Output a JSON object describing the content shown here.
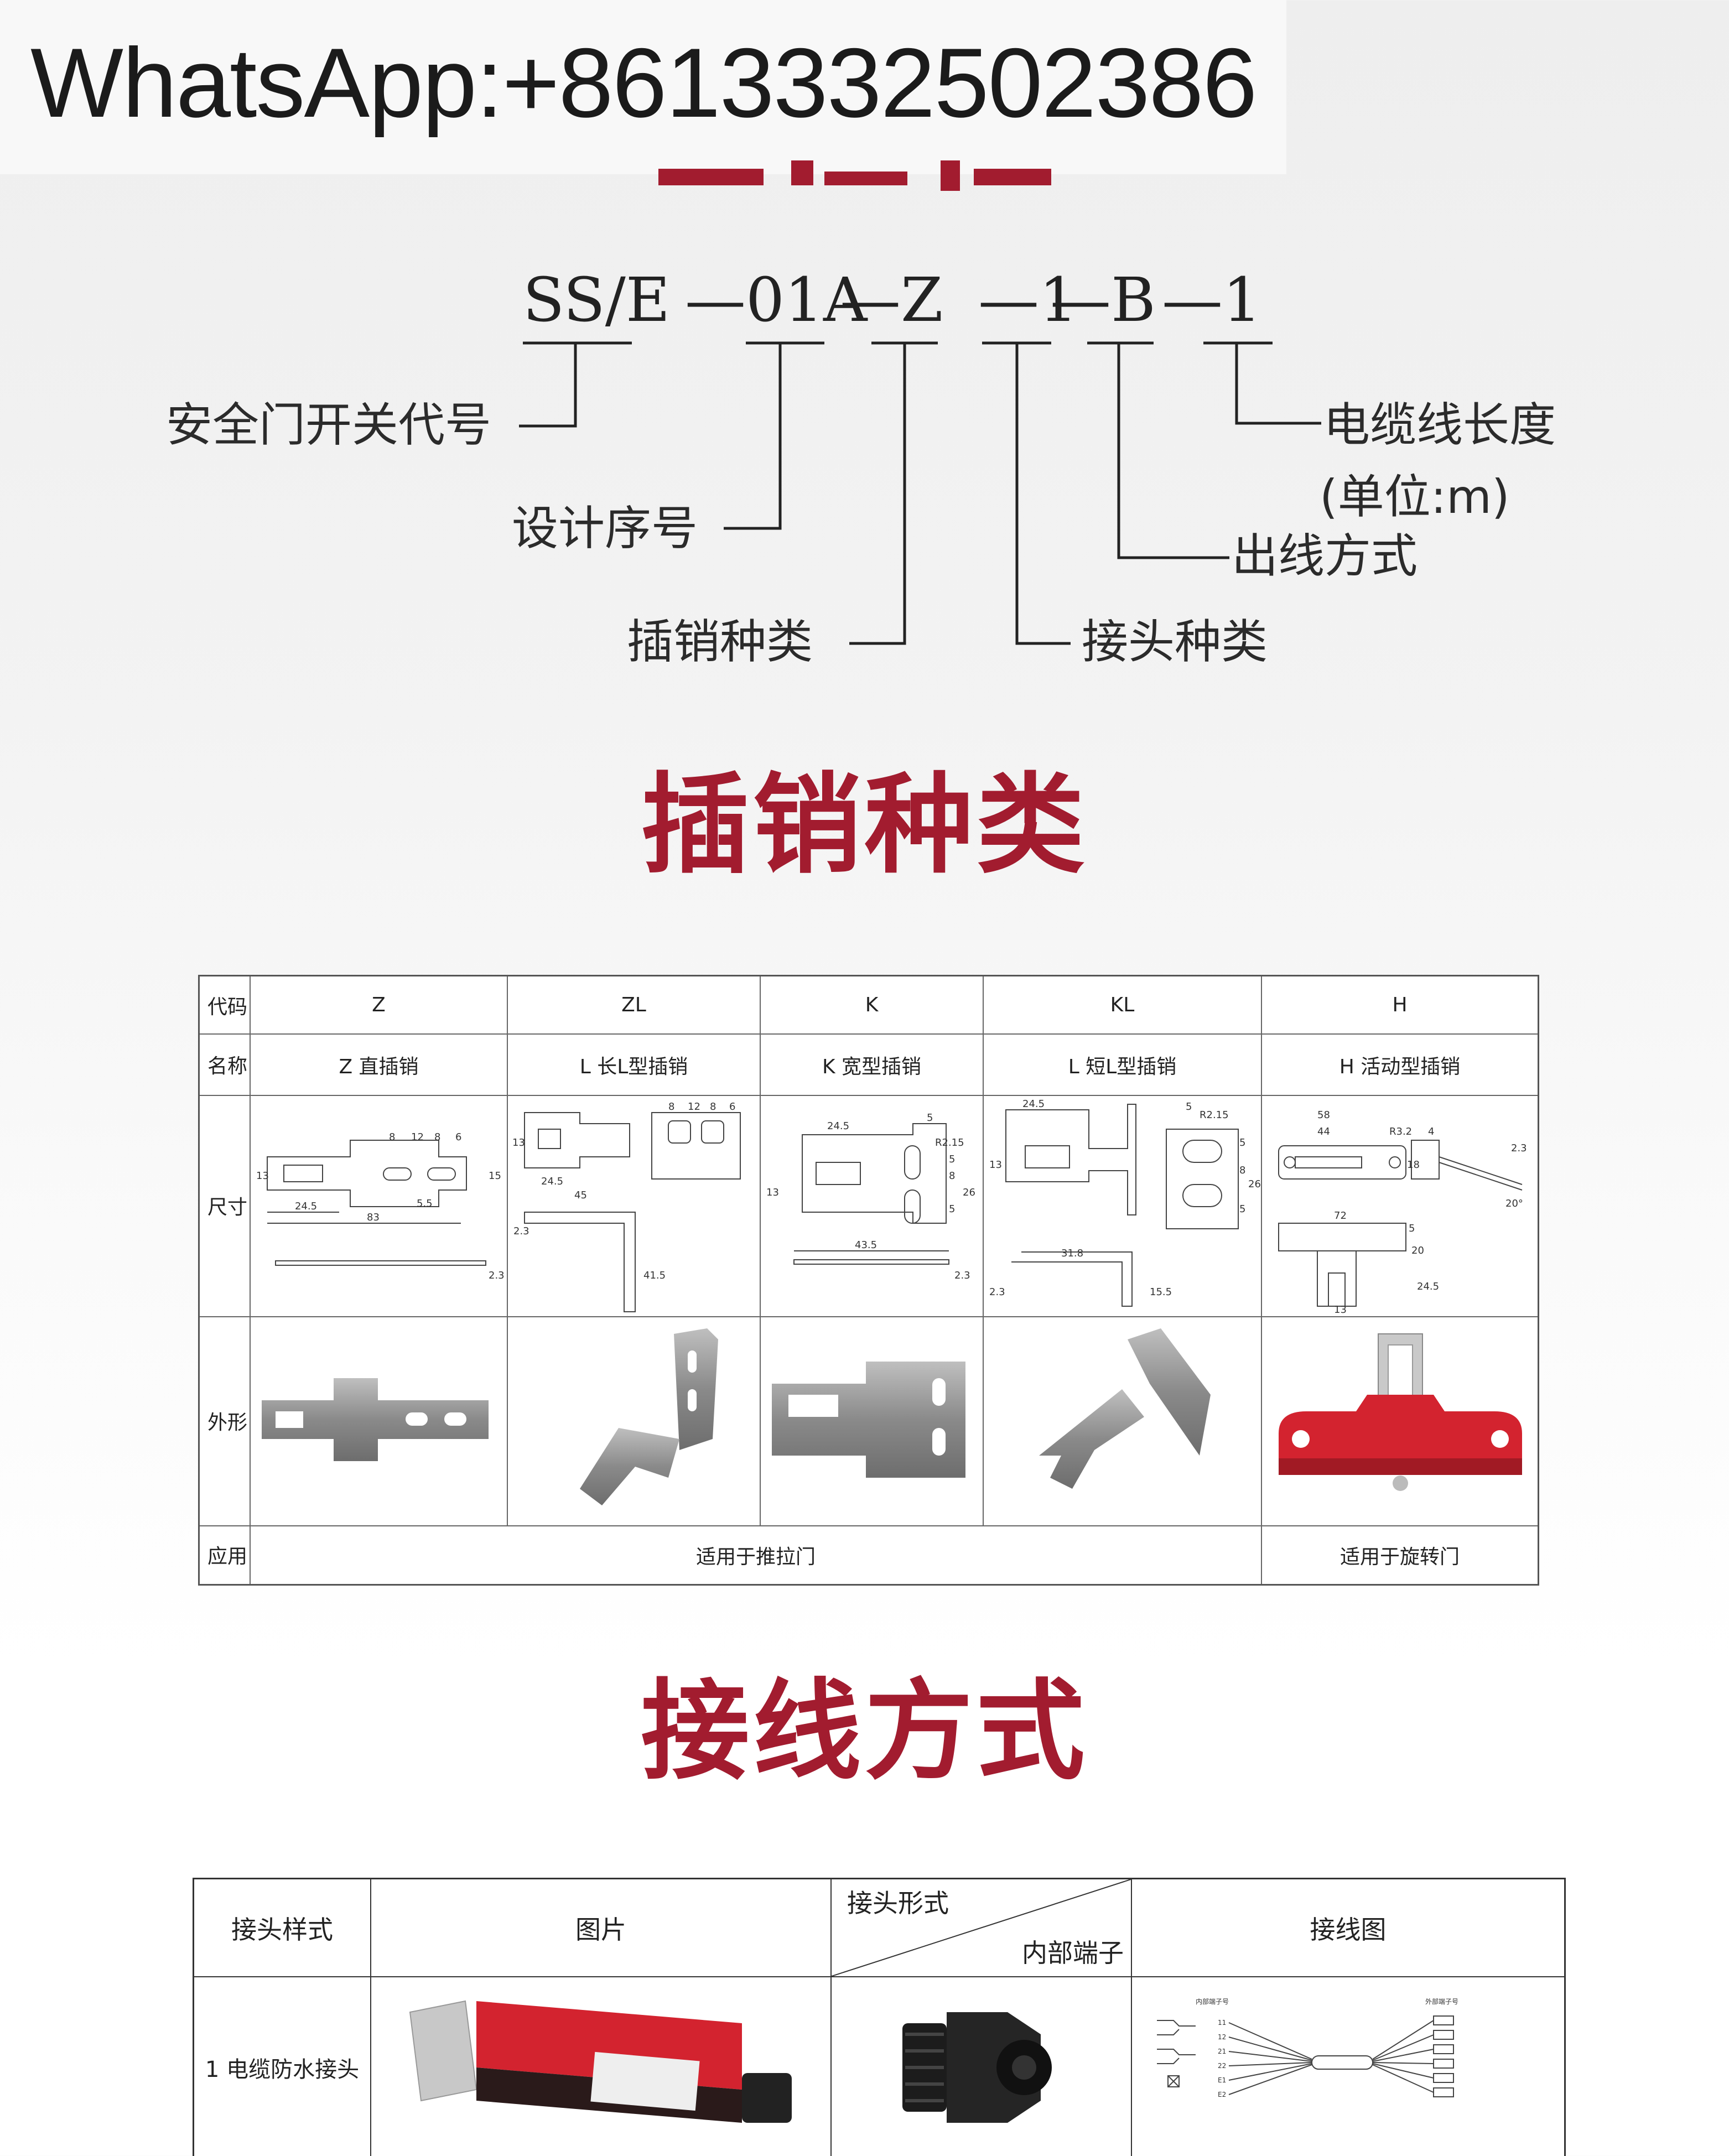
{
  "banner": {
    "text": "WhatsApp:+8613332502386"
  },
  "model_code": {
    "segments": [
      "SS/E",
      "—01A",
      "—Z",
      "—1",
      "—B",
      "—1"
    ],
    "labels": {
      "switch_code": "安全门开关代号",
      "design_no": "设计序号",
      "pin_type": "插销种类",
      "connector_type": "接头种类",
      "outlet_method": "出线方式",
      "cable_length": "电缆线长度",
      "cable_unit": "(单位:m)"
    }
  },
  "sections": {
    "pin_types": "插销种类",
    "wiring": "接线方式"
  },
  "pin_table": {
    "row_headers": [
      "代码",
      "名称",
      "尺寸",
      "外形",
      "应用"
    ],
    "columns": [
      {
        "code": "Z",
        "name": "Z 直插销"
      },
      {
        "code": "ZL",
        "name": "L 长L型插销"
      },
      {
        "code": "K",
        "name": "K 宽型插销"
      },
      {
        "code": "KL",
        "name": "L 短L型插销"
      },
      {
        "code": "H",
        "name": "H 活动型插销"
      }
    ],
    "application": {
      "sliding": "适用于推拉门",
      "rotating": "适用于旋转门"
    },
    "dims": {
      "z": [
        "8",
        "12",
        "8",
        "6",
        "13",
        "5.5",
        "15",
        "24.5",
        "83",
        "2.3"
      ],
      "zl": [
        "8",
        "12",
        "8",
        "6",
        "13",
        "24.5",
        "45",
        "2.3",
        "41.5"
      ],
      "k": [
        "5",
        "24.5",
        "R2.15",
        "13",
        "5",
        "8",
        "26",
        "5",
        "43.5",
        "2.3"
      ],
      "kl": [
        "24.5",
        "5",
        "R2.15",
        "13",
        "5",
        "8",
        "26",
        "5",
        "31.8",
        "2.3",
        "15.5"
      ],
      "h": [
        "58",
        "44",
        "R3.2",
        "4",
        "18",
        "2.3",
        "20°",
        "72",
        "5",
        "20",
        "24.5",
        "13"
      ]
    }
  },
  "wire_table": {
    "headers": {
      "connector_style": "接头样式",
      "picture": "图片",
      "form": "接头形式",
      "internal_terminal": "内部端子",
      "diagram": "接线图"
    },
    "rows": [
      {
        "label": "1 电缆防水接头"
      }
    ],
    "diagram_labels": {
      "left_title": "内部端子号",
      "right_title": "外部端子号",
      "terminals": [
        "11",
        "12",
        "21",
        "22",
        "E1",
        "E2"
      ]
    }
  },
  "colors": {
    "accent": "#a21c2f",
    "switch_red": "#d3232f"
  }
}
